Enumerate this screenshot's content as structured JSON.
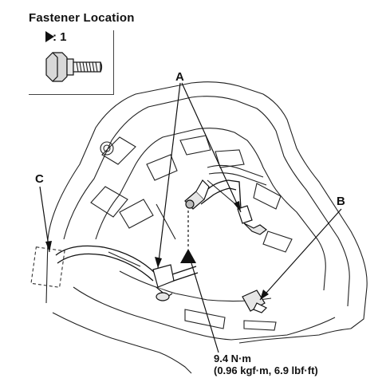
{
  "legend": {
    "title": "Fastener Location",
    "count": ": 1"
  },
  "callouts": {
    "a": "A",
    "b": "B",
    "c": "C"
  },
  "torque": {
    "line1": "9.4 N·m",
    "line2": "(0.96 kgf·m, 6.9 lbf·ft)"
  },
  "icons": [
    "bolt-icon",
    "arrow-right-icon",
    "arrow-up-icon"
  ]
}
